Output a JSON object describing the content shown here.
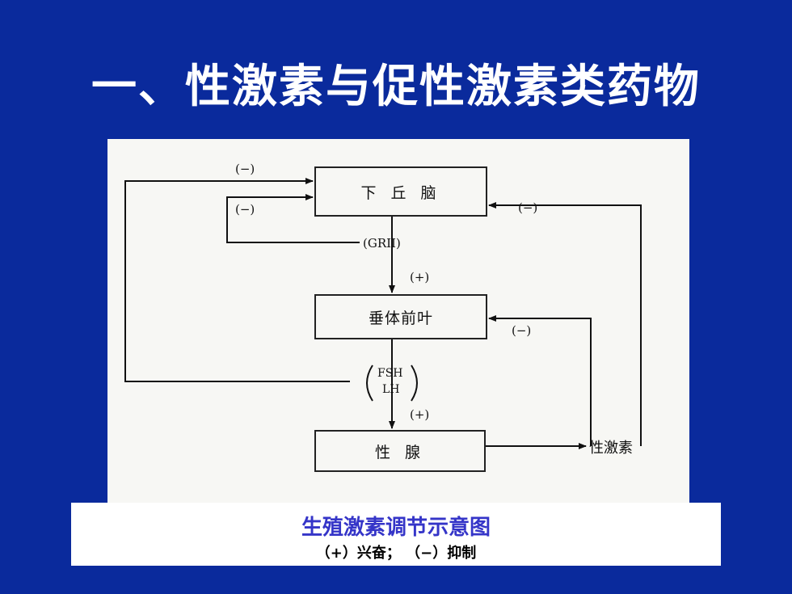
{
  "title": "一、性激素与促性激素类药物",
  "diagram": {
    "nodes": {
      "hypothalamus": "下 丘 脑",
      "anterior_pituitary": "垂体前叶",
      "gonad": "性  腺",
      "sex_hormone": "性激素"
    },
    "labels": {
      "neg_top": "(−)",
      "neg_inner": "(−)",
      "neg_right_upper": "(−)",
      "neg_right_lower": "(−)",
      "gnrh": "(GRII)",
      "pos_upper": "(+)",
      "pos_lower": "(+)",
      "fsh": "FSH",
      "lh": "LH"
    }
  },
  "caption": {
    "title": "生殖激素调节示意图",
    "legend": "（+）兴奋；  （−）抑制"
  }
}
